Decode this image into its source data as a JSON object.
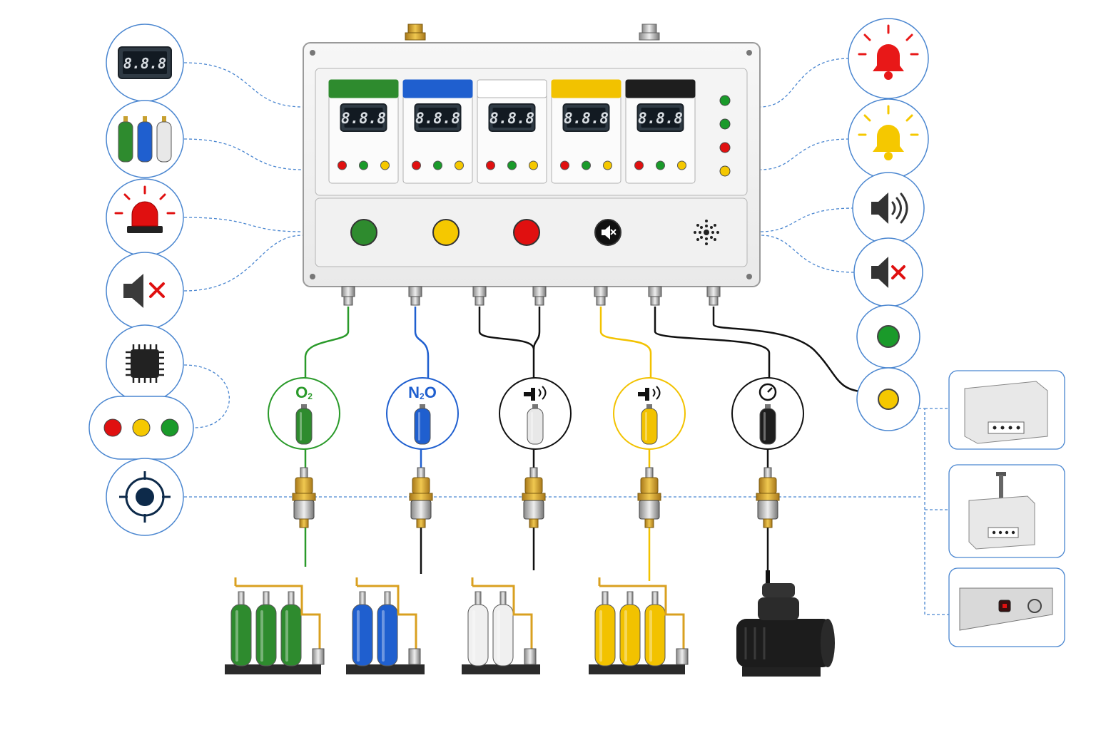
{
  "panel": {
    "display_readout": "8.8.8",
    "channels": [
      {
        "color": "#2e8b2e"
      },
      {
        "color": "#1f5fcf"
      },
      {
        "color": "#ffffff"
      },
      {
        "color": "#f2c200"
      },
      {
        "color": "#1e1e1e"
      }
    ],
    "buttons": [
      {
        "icon": "green-circle-button",
        "color": "#2e8b2e"
      },
      {
        "icon": "yellow-circle-button",
        "color": "#f5c800"
      },
      {
        "icon": "red-circle-button",
        "color": "#e01010"
      },
      {
        "icon": "mute-button",
        "color": "#111111"
      },
      {
        "icon": "speaker-grille",
        "color": "#222222"
      }
    ],
    "status_leds": [
      "#1a9a2a",
      "#1a9a2a",
      "#e01010",
      "#f5c800"
    ]
  },
  "left_icons": [
    {
      "icon": "digital-display-icon",
      "text": "8.8.8"
    },
    {
      "icon": "gas-cylinders-icon"
    },
    {
      "icon": "red-beacon-icon"
    },
    {
      "icon": "muted-speaker-icon"
    },
    {
      "icon": "microchip-icon"
    },
    {
      "icon": "traffic-lights-icon"
    },
    {
      "icon": "target-icon"
    }
  ],
  "right_icons": [
    {
      "icon": "red-bell-icon"
    },
    {
      "icon": "yellow-bell-icon"
    },
    {
      "icon": "speaker-sound-icon"
    },
    {
      "icon": "speaker-mute-icon"
    },
    {
      "icon": "green-light-icon"
    },
    {
      "icon": "yellow-light-icon"
    }
  ],
  "gas_nodes": [
    {
      "label": "O",
      "sub": "2",
      "color": "#2a9a2a",
      "cyl": "#2e8b2e"
    },
    {
      "label": "N",
      "sub": "2",
      "label2": "O",
      "color": "#1f5fcf",
      "cyl": "#1f5fcf"
    },
    {
      "icon": "plug-sound-icon",
      "color": "#111111",
      "cyl": "#e8e8e8"
    },
    {
      "icon": "plug-sound-icon",
      "color": "#f2c200",
      "cyl": "#f2c200"
    },
    {
      "icon": "gauge-icon",
      "color": "#111111",
      "cyl": "#1e1e1e"
    }
  ],
  "manifolds": [
    {
      "cylinders": 3,
      "color": "#2e8b2e"
    },
    {
      "cylinders": 2,
      "color": "#1f5fcf"
    },
    {
      "cylinders": 2,
      "color": "#f0f0f0"
    },
    {
      "cylinders": 3,
      "color": "#f2c200"
    },
    {
      "type": "vacuum-pump"
    }
  ],
  "devices": [
    {
      "icon": "wall-panel-device-icon"
    },
    {
      "icon": "mast-panel-device-icon"
    },
    {
      "icon": "rail-module-device-icon"
    }
  ]
}
